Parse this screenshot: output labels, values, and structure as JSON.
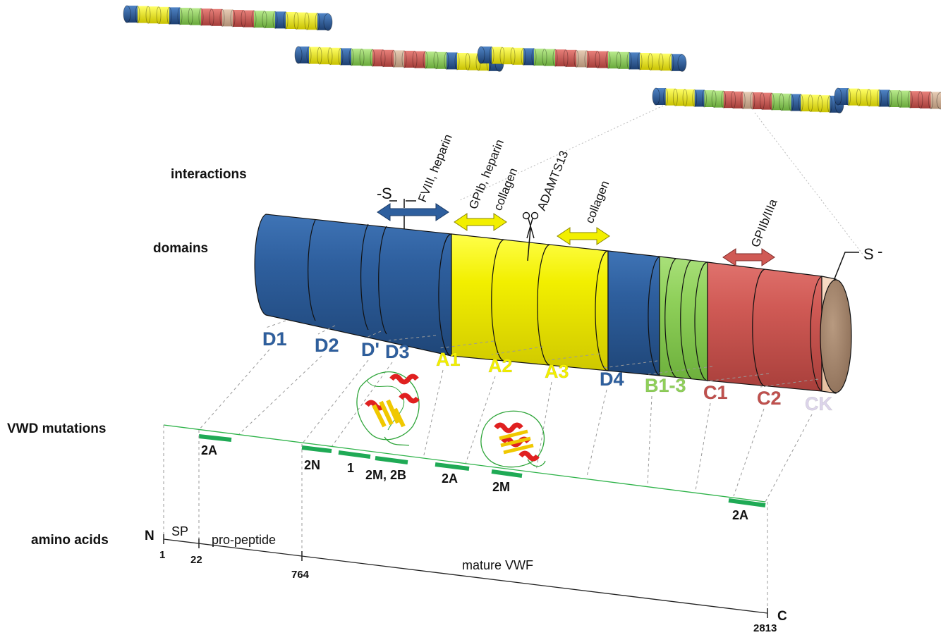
{
  "row_labels": {
    "interactions": "interactions",
    "domains": "domains",
    "mutations": "VWD mutations",
    "amino_acids": "amino acids"
  },
  "colors": {
    "D": "#2e5f9e",
    "A": "#f2ef00",
    "B": "#8fd05a",
    "C": "#d05a55",
    "CK": "#f1cdb0",
    "CK_end": "#a98a72",
    "mutation": "#1faa55"
  },
  "domains": [
    {
      "label": "D1",
      "group": "D"
    },
    {
      "label": "D2",
      "group": "D"
    },
    {
      "label": "D'",
      "group": "D"
    },
    {
      "label": "D3",
      "group": "D"
    },
    {
      "label": "A1",
      "group": "A"
    },
    {
      "label": "A2",
      "group": "A"
    },
    {
      "label": "A3",
      "group": "A"
    },
    {
      "label": "D4",
      "group": "D"
    },
    {
      "label": "B1-3",
      "group": "B"
    },
    {
      "label": "C1",
      "group": "C"
    },
    {
      "label": "C2",
      "group": "C"
    },
    {
      "label": "CK",
      "group": "CK"
    }
  ],
  "interactions": {
    "fviii": "FVIII, heparin",
    "gpib": "GPIb, heparin",
    "collagen_a1": "collagen",
    "adamts13": "ADAMTS13",
    "collagen_a3": "collagen",
    "gpiib": "GPIIb/IIIa",
    "disulfide_n": "S",
    "disulfide_c": "S"
  },
  "mutations": [
    {
      "label": "2A"
    },
    {
      "label": "2N"
    },
    {
      "label": "1"
    },
    {
      "label": "2M, 2B"
    },
    {
      "label": "2A"
    },
    {
      "label": "2M"
    },
    {
      "label": "2A"
    }
  ],
  "amino_acids": {
    "n_terminus": "N",
    "c_terminus": "C",
    "sp": "SP",
    "propeptide": "pro-peptide",
    "mature": "mature VWF",
    "positions": [
      "1",
      "22",
      "764",
      "2813"
    ]
  }
}
